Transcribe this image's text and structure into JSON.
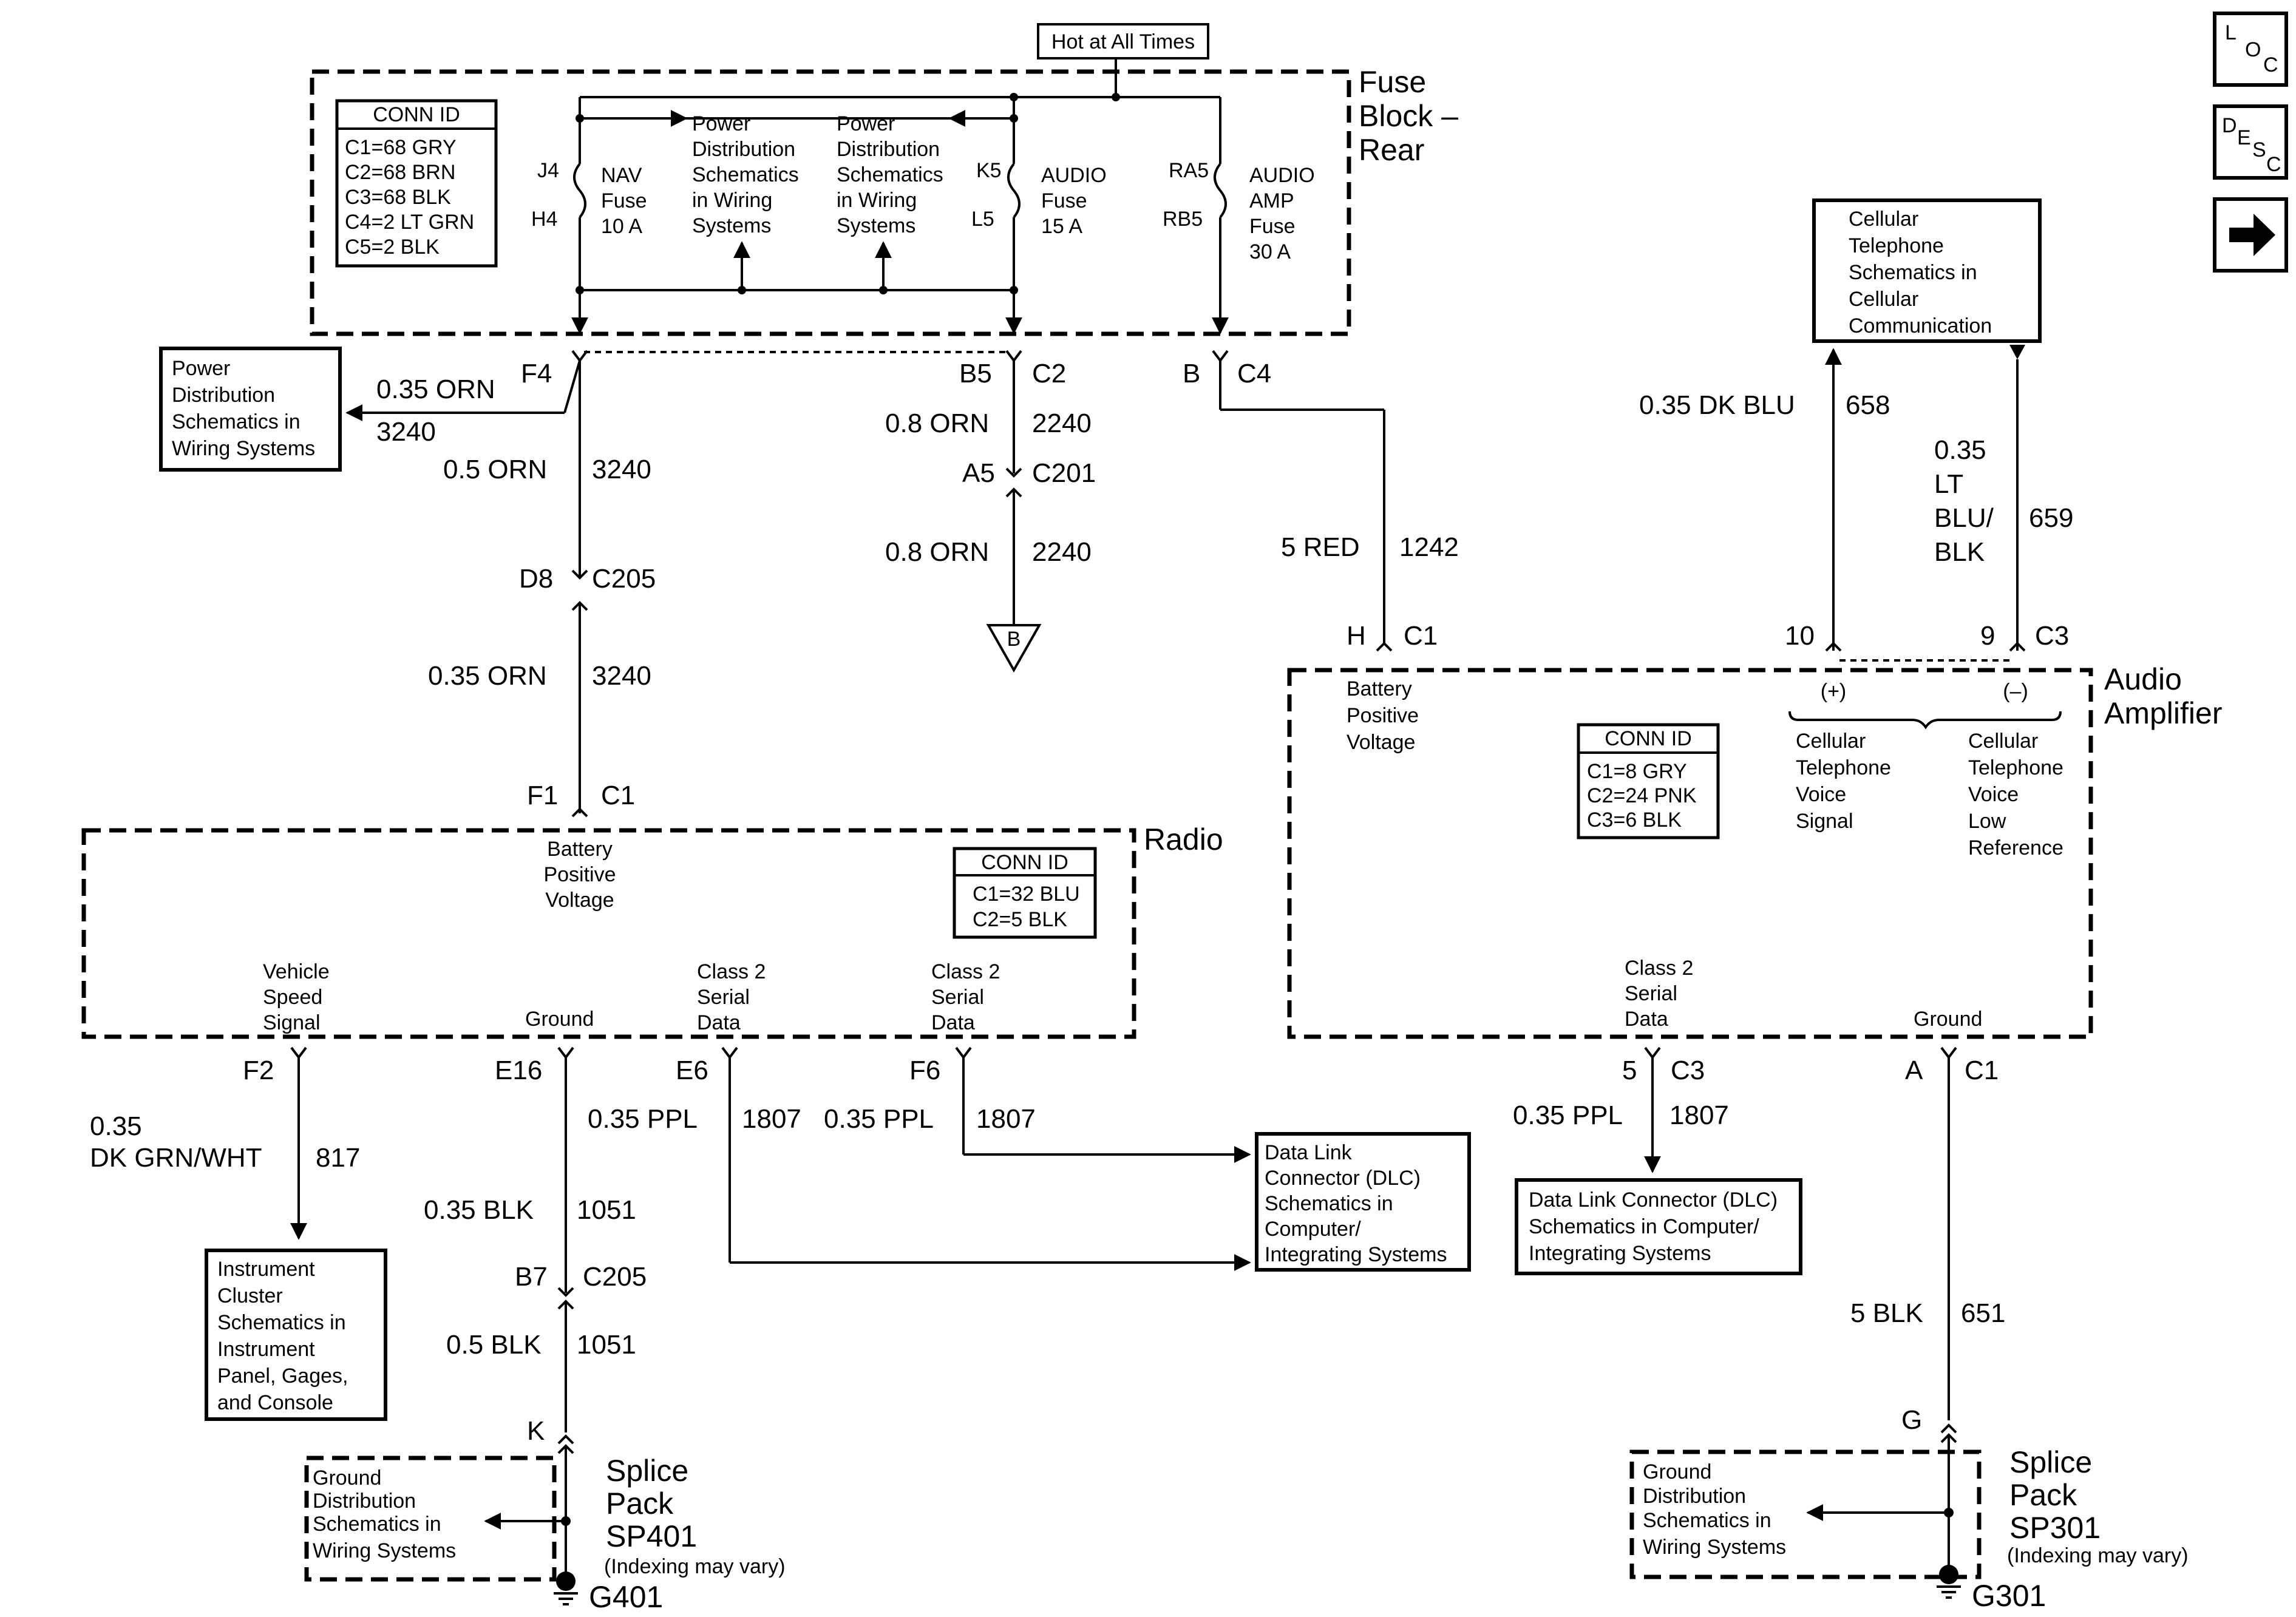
{
  "nav_buttons": {
    "loc": [
      "L",
      "O",
      "C"
    ],
    "desc": [
      "D",
      "E",
      "S",
      "C"
    ],
    "next_icon": "right-arrow-icon"
  },
  "hot_label": "Hot at All Times",
  "fuse_block": {
    "title": [
      "Fuse",
      "Block –",
      "Rear"
    ],
    "conn_id": {
      "title": "CONN ID",
      "lines": [
        "C1=68 GRY",
        "C2=68 BRN",
        "C3=68 BLK",
        "C4=2 LT GRN",
        "C5=2 BLK"
      ]
    },
    "nav_fuse": {
      "pins": [
        "J4",
        "H4"
      ],
      "label": [
        "NAV",
        "Fuse",
        "10 A"
      ]
    },
    "power_dist_1": [
      "Power",
      "Distribution",
      "Schematics",
      "in Wiring",
      "Systems"
    ],
    "power_dist_2": [
      "Power",
      "Distribution",
      "Schematics",
      "in Wiring",
      "Systems"
    ],
    "audio_fuse": {
      "pins": [
        "K5",
        "L5"
      ],
      "label": [
        "AUDIO",
        "Fuse",
        "15 A"
      ]
    },
    "amp_fuse": {
      "pins": [
        "RA5",
        "RB5"
      ],
      "label": [
        "AUDIO",
        "AMP",
        "Fuse",
        "30 A"
      ]
    }
  },
  "power_dist_left": [
    "Power",
    "Distribution",
    "Schematics in",
    "Wiring Systems"
  ],
  "wires": {
    "f4": {
      "pin": "F4",
      "size": "0.35 ORN",
      "circuit": "3240"
    },
    "w3240_a": {
      "size": "0.5 ORN",
      "circuit": "3240"
    },
    "c205_top": {
      "pin": "D8",
      "conn": "C205"
    },
    "w3240_b": {
      "size": "0.35 ORN",
      "circuit": "3240"
    },
    "radio_f1": {
      "pin": "F1",
      "conn": "C1"
    },
    "b5": {
      "pin": "B5",
      "conn": "C2"
    },
    "w2240_a": {
      "size": "0.8 ORN",
      "circuit": "2240"
    },
    "c201": {
      "pin": "A5",
      "conn": "C201"
    },
    "w2240_b": {
      "size": "0.8 ORN",
      "circuit": "2240"
    },
    "offpage": "B",
    "b_c4": {
      "pin": "B",
      "conn": "C4"
    },
    "w1242": {
      "size": "5 RED",
      "circuit": "1242"
    },
    "amp_h": {
      "pin": "H",
      "conn": "C1"
    },
    "w658": {
      "size": "0.35 DK BLU",
      "circuit": "658"
    },
    "w659": {
      "size": [
        "0.35",
        "LT",
        "BLU/",
        "BLK"
      ],
      "circuit": "659"
    },
    "amp_c3_top": {
      "pin_a": "10",
      "pin_b": "9",
      "conn": "C3"
    },
    "f2": {
      "pin": "F2",
      "size": [
        "0.35",
        "DK GRN/WHT"
      ],
      "circuit": "817"
    },
    "e16": {
      "pin": "E16",
      "size": "0.35 BLK",
      "circuit": "1051"
    },
    "c205_bot": {
      "pin": "B7",
      "conn": "C205"
    },
    "w1051_b": {
      "size": "0.5 BLK",
      "circuit": "1051"
    },
    "k": {
      "pin": "K"
    },
    "e6": {
      "pin": "E6",
      "size": "0.35 PPL",
      "circuit": "1807"
    },
    "f6": {
      "pin": "F6",
      "size": "0.35 PPL",
      "circuit": "1807"
    },
    "amp_5": {
      "pin": "5",
      "conn": "C3",
      "size": "0.35 PPL",
      "circuit": "1807"
    },
    "amp_a": {
      "pin": "A",
      "conn": "C1"
    },
    "w651": {
      "size": "5 BLK",
      "circuit": "651"
    },
    "g": {
      "pin": "G"
    }
  },
  "radio": {
    "title": "Radio",
    "battery": [
      "Battery",
      "Positive",
      "Voltage"
    ],
    "vss": [
      "Vehicle",
      "Speed",
      "Signal"
    ],
    "ground": "Ground",
    "class2_a": [
      "Class 2",
      "Serial",
      "Data"
    ],
    "class2_b": [
      "Class 2",
      "Serial",
      "Data"
    ],
    "conn_id": {
      "title": "CONN ID",
      "lines": [
        "C1=32 BLU",
        "C2=5 BLK"
      ]
    }
  },
  "amplifier": {
    "title": [
      "Audio",
      "Amplifier"
    ],
    "battery": [
      "Battery",
      "Positive",
      "Voltage"
    ],
    "plus": "(+)",
    "minus": "(–)",
    "voice": [
      "Cellular",
      "Telephone",
      "Voice",
      "Signal"
    ],
    "voice_low": [
      "Cellular",
      "Telephone",
      "Voice",
      "Low",
      "Reference"
    ],
    "class2": [
      "Class 2",
      "Serial",
      "Data"
    ],
    "ground": "Ground",
    "conn_id": {
      "title": "CONN ID",
      "lines": [
        "C1=8 GRY",
        "C2=24 PNK",
        "C3=6 BLK"
      ]
    }
  },
  "cellular_box": [
    "Cellular",
    "Telephone",
    "Schematics in",
    "Cellular",
    "Communication"
  ],
  "instrument_box": [
    "Instrument",
    "Cluster",
    "Schematics in",
    "Instrument",
    "Panel, Gages,",
    "and Console"
  ],
  "dlc_box_1": [
    "Data Link",
    "Connector (DLC)",
    "Schematics in",
    "Computer/",
    "Integrating Systems"
  ],
  "dlc_box_2": [
    "Data Link Connector (DLC)",
    "Schematics in Computer/",
    "Integrating Systems"
  ],
  "splice_left": {
    "ground_dist": [
      "Ground",
      "Distribution",
      "Schematics in",
      "Wiring Systems"
    ],
    "title": [
      "Splice",
      "Pack",
      "SP401"
    ],
    "note": "(Indexing may vary)",
    "ground": "G401"
  },
  "splice_right": {
    "ground_dist": [
      "Ground",
      "Distribution",
      "Schematics in",
      "Wiring Systems"
    ],
    "title": [
      "Splice",
      "Pack",
      "SP301"
    ],
    "note": "(Indexing may vary)",
    "ground": "G301"
  }
}
